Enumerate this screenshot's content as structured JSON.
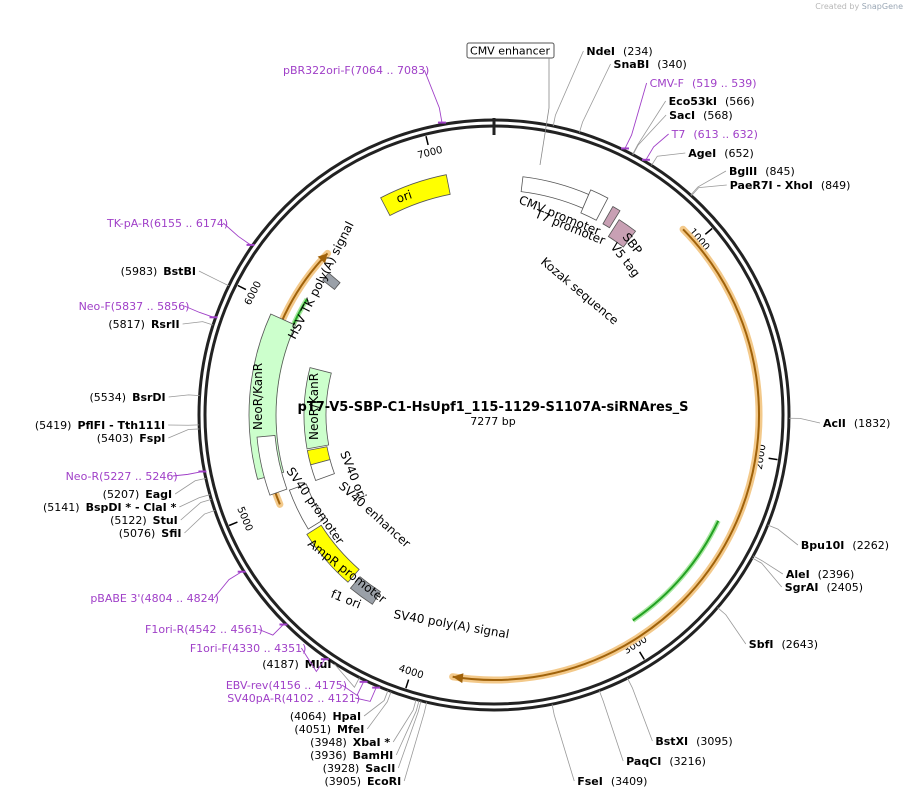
{
  "credit": {
    "prefix": "Created by",
    "brand": "SnapGene"
  },
  "plasmid": {
    "name": "pT7-V5-SBP-C1-HsUpf1_115-1129-S1107A-siRNAres_S",
    "size_label": "7277 bp",
    "length": 7277
  },
  "colors": {
    "backbone": "#222222",
    "primer": "#a040c8",
    "green_arrow": "#22a022",
    "orange_arrow": "#ff8c1a",
    "yellow": "#ffff00",
    "light_green": "#ccffcc",
    "pink": "#c8a0b4",
    "gray": "#9aa0a8"
  },
  "ticks": [
    {
      "pos": 1000,
      "label": "1000"
    },
    {
      "pos": 2000,
      "label": "2000"
    },
    {
      "pos": 3000,
      "label": "3000"
    },
    {
      "pos": 4000,
      "label": "4000"
    },
    {
      "pos": 5000,
      "label": "5000"
    },
    {
      "pos": 6000,
      "label": "6000"
    },
    {
      "pos": 7000,
      "label": "7000"
    }
  ],
  "sites_right": [
    {
      "name": "NdeI",
      "pos_label": "(234)",
      "pos": 234
    },
    {
      "name": "SnaBI",
      "pos_label": "(340)",
      "pos": 340
    },
    {
      "name": "Eco53kI",
      "pos_label": "(566)",
      "pos": 566
    },
    {
      "name": "SacI",
      "pos_label": "(568)",
      "pos": 568
    },
    {
      "name": "AgeI",
      "pos_label": "(652)",
      "pos": 652
    },
    {
      "name": "BglII",
      "pos_label": "(845)",
      "pos": 845
    },
    {
      "name": "PaeR7I  - XhoI",
      "pos_label": "(849)",
      "pos": 849
    },
    {
      "name": "AclI",
      "pos_label": "(1832)",
      "pos": 1832
    },
    {
      "name": "Bpu10I",
      "pos_label": "(2262)",
      "pos": 2262
    },
    {
      "name": "AleI",
      "pos_label": "(2396)",
      "pos": 2396
    },
    {
      "name": "SgrAI",
      "pos_label": "(2405)",
      "pos": 2405
    },
    {
      "name": "SbfI",
      "pos_label": "(2643)",
      "pos": 2643
    },
    {
      "name": "BstXI",
      "pos_label": "(3095)",
      "pos": 3095
    },
    {
      "name": "PaqCI",
      "pos_label": "(3216)",
      "pos": 3216
    },
    {
      "name": "FseI",
      "pos_label": "(3409)",
      "pos": 3409
    }
  ],
  "sites_left": [
    {
      "name": "EcoRI",
      "pos_label": "(3905)",
      "pos": 3905
    },
    {
      "name": "SacII",
      "pos_label": "(3928)",
      "pos": 3928
    },
    {
      "name": "BamHI",
      "pos_label": "(3936)",
      "pos": 3936
    },
    {
      "name": "XbaI *",
      "pos_label": "(3948)",
      "pos": 3948
    },
    {
      "name": "MfeI",
      "pos_label": "(4051)",
      "pos": 4051
    },
    {
      "name": "HpaI",
      "pos_label": "(4064)",
      "pos": 4064
    },
    {
      "name": "MluI",
      "pos_label": "(4187)",
      "pos": 4187
    },
    {
      "name": "SfiI",
      "pos_label": "(5076)",
      "pos": 5076
    },
    {
      "name": "StuI",
      "pos_label": "(5122)",
      "pos": 5122
    },
    {
      "name": "BspDI * - ClaI *",
      "pos_label": "(5141)",
      "pos": 5141
    },
    {
      "name": "EagI",
      "pos_label": "(5207)",
      "pos": 5207
    },
    {
      "name": "FspI",
      "pos_label": "(5403)",
      "pos": 5403
    },
    {
      "name": "PflFI  - Tth111I",
      "pos_label": "(5419)",
      "pos": 5419
    },
    {
      "name": "BsrDI",
      "pos_label": "(5534)",
      "pos": 5534
    },
    {
      "name": "RsrII",
      "pos_label": "(5817)",
      "pos": 5817
    },
    {
      "name": "BstBI",
      "pos_label": "(5983)",
      "pos": 5983
    }
  ],
  "primers_right": [
    {
      "name": "CMV-F",
      "range": "(519 .. 539)",
      "pos": 529
    },
    {
      "name": "T7",
      "range": "(613 .. 632)",
      "pos": 622
    }
  ],
  "primers_left": [
    {
      "name": "SV40pA-R",
      "range": "(4102 .. 4121)",
      "pos": 4111
    },
    {
      "name": "EBV-rev",
      "range": "(4156 .. 4175)",
      "pos": 4165
    },
    {
      "name": "F1ori-F",
      "range": "(4330 .. 4351)",
      "pos": 4340
    },
    {
      "name": "F1ori-R",
      "range": "(4542 .. 4561)",
      "pos": 4551
    },
    {
      "name": "pBABE 3'",
      "range": "(4804 .. 4824)",
      "pos": 4814
    },
    {
      "name": "Neo-R",
      "range": "(5227 .. 5246)",
      "pos": 5236
    },
    {
      "name": "Neo-F",
      "range": "(5837 .. 5856)",
      "pos": 5846
    },
    {
      "name": "TK-pA-R",
      "range": "(6155 .. 6174)",
      "pos": 6164
    },
    {
      "name": "pBR322ori-F",
      "range": "(7064 .. 7083)",
      "pos": 7073
    }
  ],
  "outer_feature_label": "CMV enhancer",
  "features": {
    "cmv_promoter": "CMV promoter",
    "t7_promoter": "T7 promoter",
    "sbp": "SBP",
    "v5_tag": "V5 tag",
    "kozak": "Kozak sequence",
    "ori": "ori",
    "hsv_tk": "HSV TK poly(A) signal",
    "neo_outer": "NeoR/KanR",
    "neo_inner": "NeoR/KanR",
    "sv40_ori": "SV40 ori",
    "sv40_enhancer": "SV40 enhancer",
    "sv40_promoter": "SV40 promoter",
    "ampr_promoter": "AmpR promoter",
    "f1_ori": "f1 ori",
    "sv40_polya": "SV40 poly(A) signal"
  }
}
